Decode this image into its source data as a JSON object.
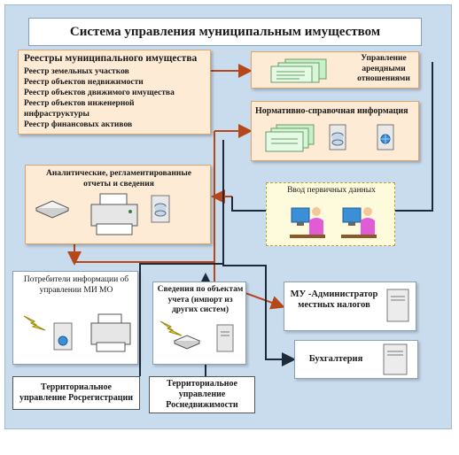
{
  "title": "Система управления муниципальным имуществом",
  "registries": {
    "heading": "Реестры муниципального имущества",
    "items": [
      "Реестр земельных участков",
      "Реестр объектов недвижимости",
      "Реестр объектов движимого имущества",
      "Реестр объектов инженерной",
      "инфраструктуры",
      "Реестр финансовых активов"
    ]
  },
  "lease": {
    "line1": "Управление",
    "line2": "арендными",
    "line3": "отношениями"
  },
  "normative": {
    "heading": "Нормативно-справочная информация"
  },
  "analytics": {
    "line1": "Аналитические, регламентированные",
    "line2": "отчеты и сведения"
  },
  "input": {
    "label": "Ввод первичных данных"
  },
  "consumers": {
    "line1": "Потребители информации об",
    "line2": "управлении МИ МО"
  },
  "import": {
    "line1": "Сведения по объектам",
    "line2": "учета (импорт из",
    "line3": "других систем)"
  },
  "tax_admin": {
    "line1": "МУ -Администратор",
    "line2": "местных налогов"
  },
  "accounting": {
    "label": "Бухгалтерия"
  },
  "rosreg": {
    "line1": "Территориальное",
    "line2": "управление Росрегистрации"
  },
  "rosnedv": {
    "line1": "Территориальное",
    "line2": "управление",
    "line3": "Роснедвижимости"
  },
  "colors": {
    "background": "#c9dcee",
    "orange_panel": "#fdebd6",
    "orange_arrow": "#b5471b",
    "dark_arrow": "#1d2a3a",
    "input_panel": "#fdfbdc"
  }
}
